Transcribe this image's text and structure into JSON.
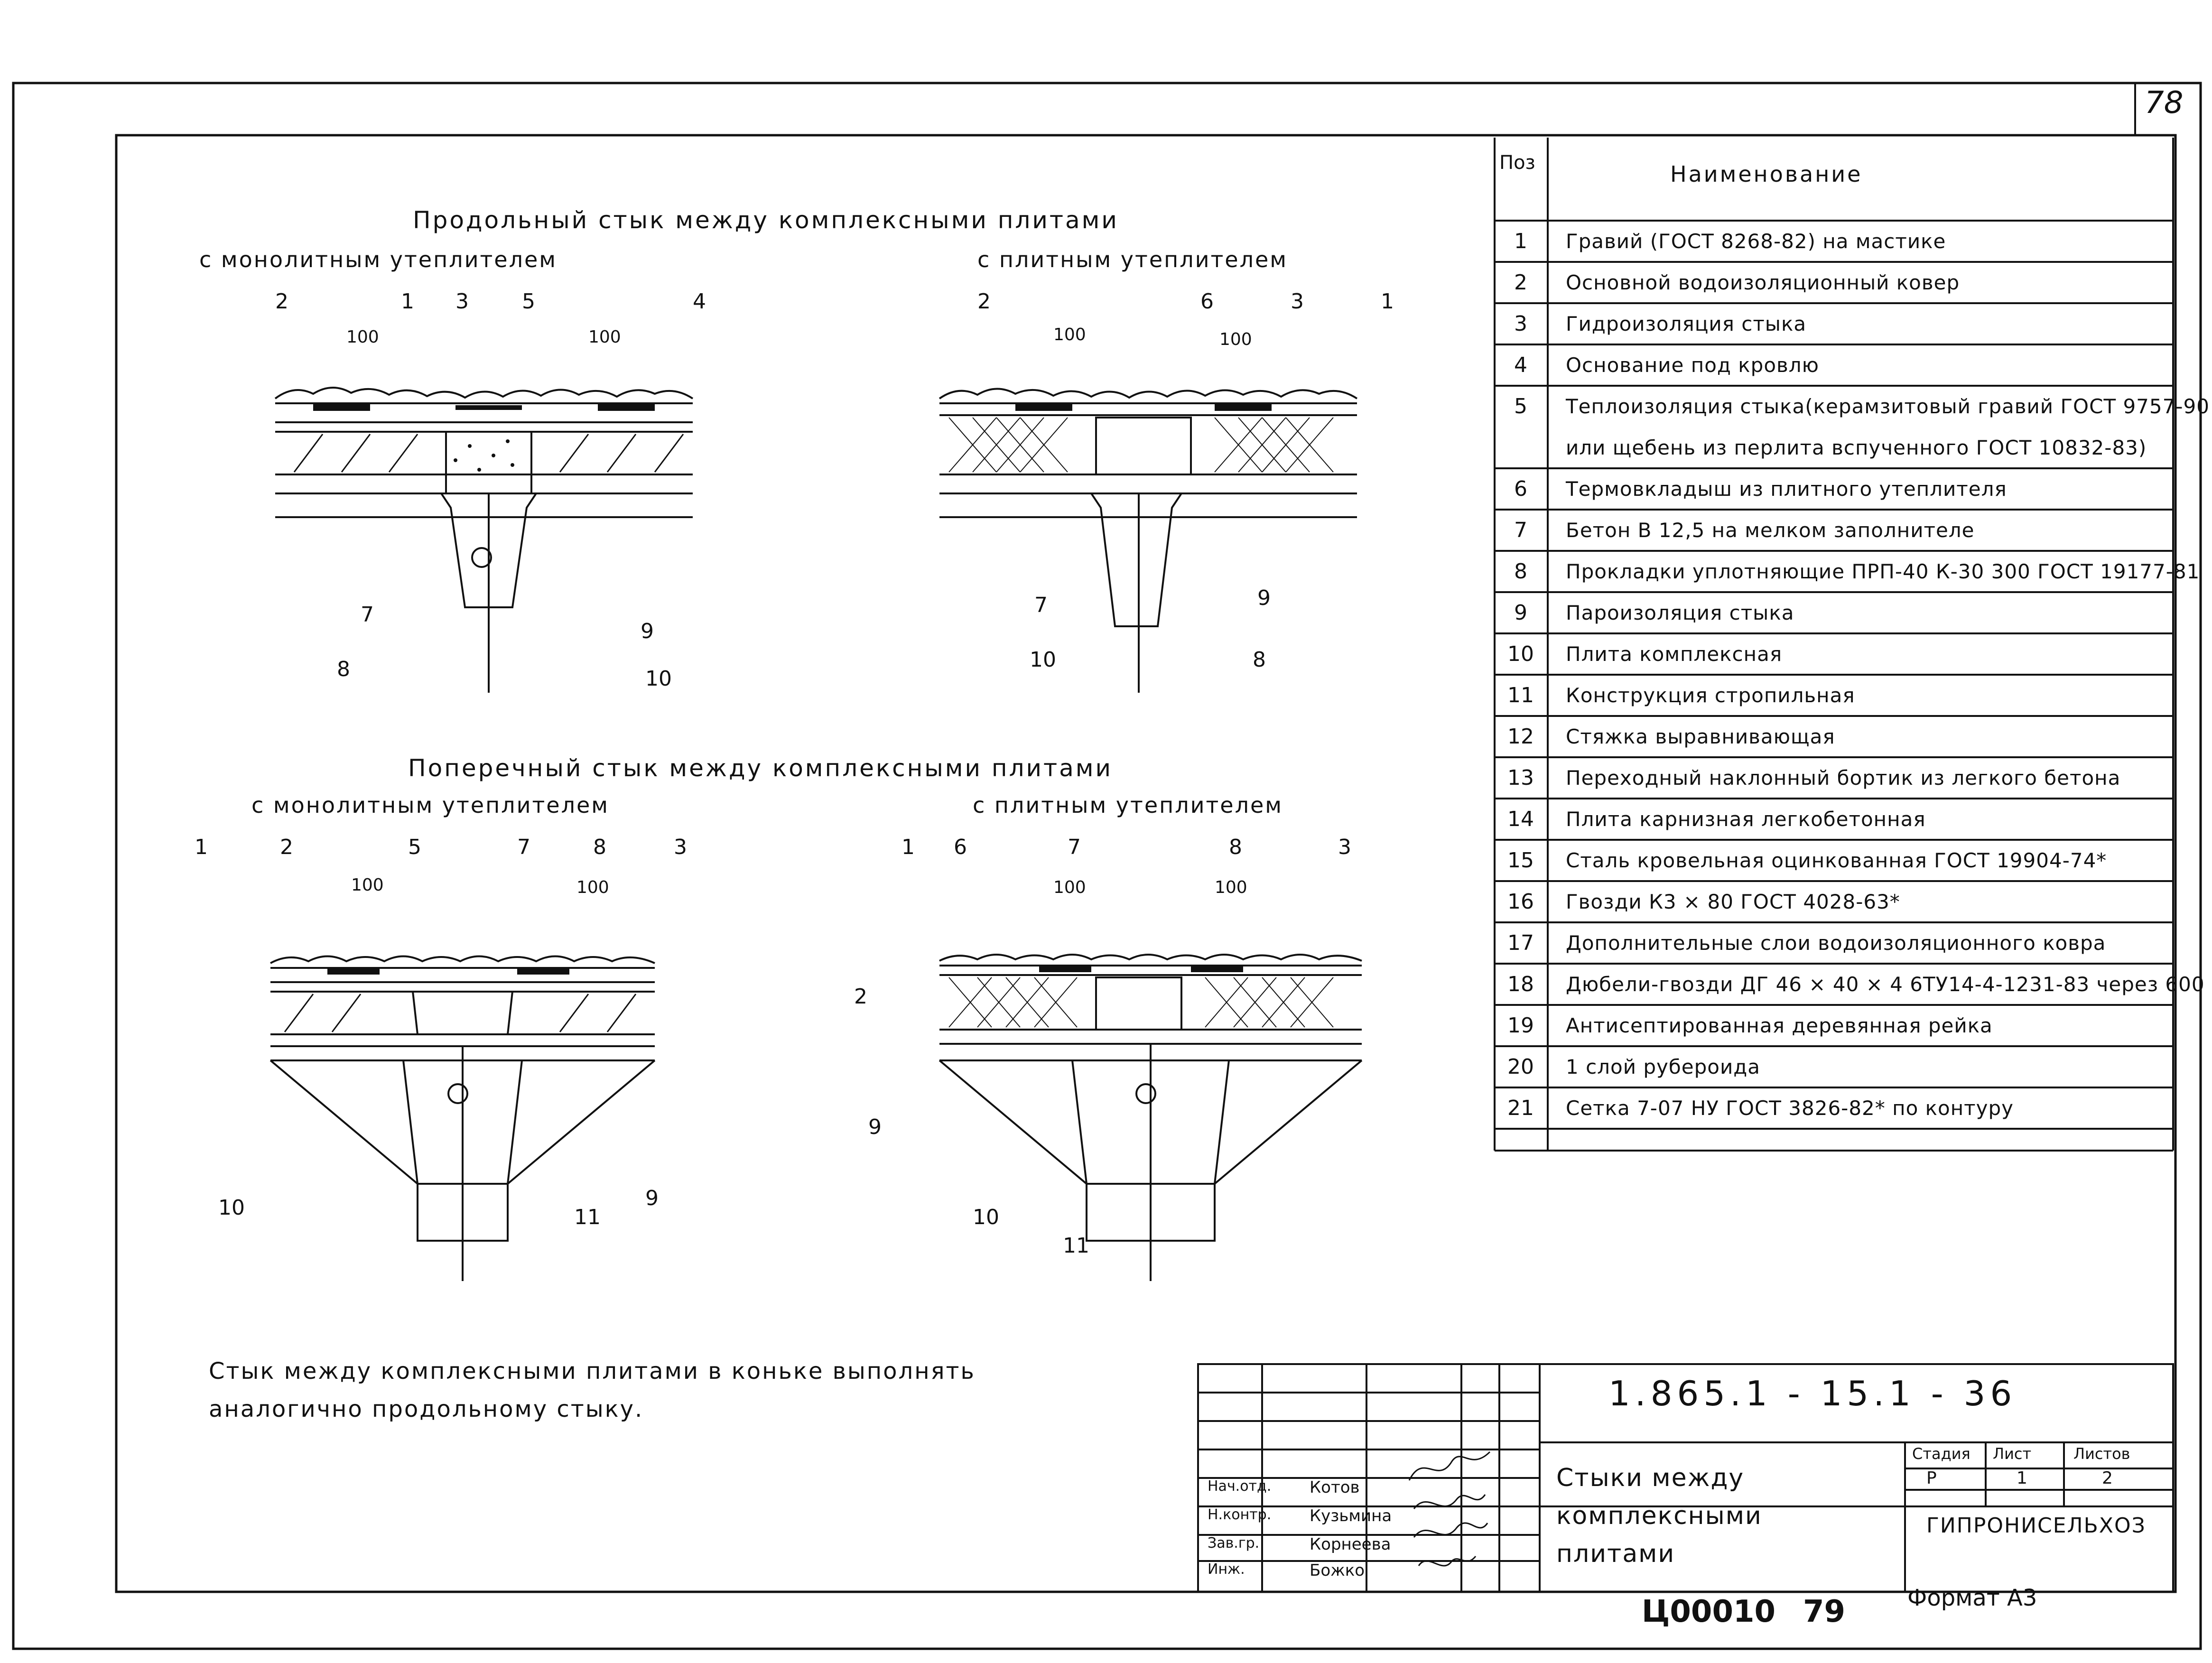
{
  "sheet_number": "78",
  "sections": {
    "longitudinal_title": "Продольный стык между комплексными плитами",
    "longitudinal_monolithic": "с монолитным утеплителем",
    "longitudinal_slab": "с плитным утеплителем",
    "transverse_title": "Поперечный стык между комплексными плитами",
    "transverse_monolithic": "с монолитным утеплителем",
    "transverse_slab": "с плитным утеплителем"
  },
  "dimension": "100",
  "callouts": {
    "d1": [
      "2",
      "1",
      "3",
      "5",
      "4",
      "7",
      "8",
      "9",
      "10"
    ],
    "d2": [
      "2",
      "6",
      "3",
      "1",
      "7",
      "10",
      "9",
      "8"
    ],
    "d3": [
      "1",
      "2",
      "5",
      "7",
      "8",
      "3",
      "10",
      "11",
      "9"
    ],
    "d4": [
      "1",
      "6",
      "7",
      "8",
      "3",
      "2",
      "9",
      "10",
      "11"
    ]
  },
  "spec_table": {
    "header_pos": "Поз",
    "header_name": "Наименование",
    "rows": [
      {
        "pos": "1",
        "name": "Гравий (ГОСТ 8268-82) на мастике"
      },
      {
        "pos": "2",
        "name": "Основной водоизоляционный ковер"
      },
      {
        "pos": "3",
        "name": "Гидроизоляция стыка"
      },
      {
        "pos": "4",
        "name": "Основание под кровлю"
      },
      {
        "pos": "5",
        "name": "Теплоизоляция стыка(керамзитовый гравий ГОСТ 9757-90"
      },
      {
        "pos": "",
        "name": "или щебень из перлита вспученного ГОСТ 10832-83)"
      },
      {
        "pos": "6",
        "name": "Термовкладыш из плитного утеплителя"
      },
      {
        "pos": "7",
        "name": "Бетон В 12,5 на мелком заполнителе"
      },
      {
        "pos": "8",
        "name": "Прокладки уплотняющие ПРП-40 К-30 300 ГОСТ 19177-81"
      },
      {
        "pos": "9",
        "name": "Пароизоляция стыка"
      },
      {
        "pos": "10",
        "name": "Плита комплексная"
      },
      {
        "pos": "11",
        "name": "Конструкция стропильная"
      },
      {
        "pos": "12",
        "name": "Стяжка выравнивающая"
      },
      {
        "pos": "13",
        "name": "Переходный наклонный бортик из легкого бетона"
      },
      {
        "pos": "14",
        "name": "Плита карнизная легкобетонная"
      },
      {
        "pos": "15",
        "name": "Сталь кровельная оцинкованная ГОСТ 19904-74*"
      },
      {
        "pos": "16",
        "name": "Гвозди К3 × 80 ГОСТ 4028-63*"
      },
      {
        "pos": "17",
        "name": "Дополнительные слои водоизоляционного ковра"
      },
      {
        "pos": "18",
        "name": "Дюбели-гвозди ДГ 46 × 40 × 4 6ТУ14-4-1231-83 через 600"
      },
      {
        "pos": "19",
        "name": "Антисептированная деревянная рейка"
      },
      {
        "pos": "20",
        "name": "1 слой рубероида"
      },
      {
        "pos": "21",
        "name": "Сетка 7-07 НУ ГОСТ 3826-82* по контуру"
      }
    ]
  },
  "note": "Стык между комплексными плитами в коньке выполнять аналогично продольному стыку.",
  "title_block": {
    "code": "1.865.1 - 15.1 - 36",
    "title": "Стыки между комплексными плитами",
    "stage_label": "Стадия",
    "sheet_label": "Лист",
    "sheets_label": "Листов",
    "stage": "Р",
    "sheet": "1",
    "sheets": "2",
    "org": "ГИПРОНИСЕЛЬХОЗ",
    "staff": [
      {
        "role": "Нач.отд.",
        "name": "Котов"
      },
      {
        "role": "Н.контр.",
        "name": "Кузьмина"
      },
      {
        "role": "Зав.гр.",
        "name": "Корнеева"
      },
      {
        "role": "Инж.",
        "name": "Божко"
      }
    ]
  },
  "archive_number": "Ц00010",
  "archive_page": "79",
  "format_label": "Формат А3"
}
